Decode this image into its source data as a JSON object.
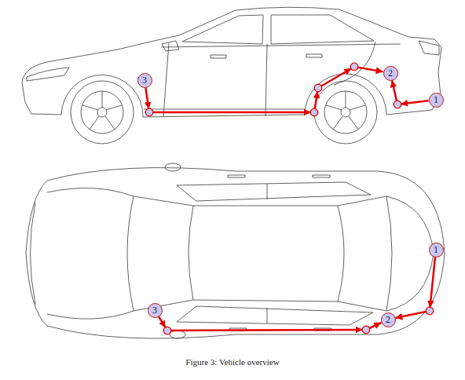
{
  "diagram": {
    "caption": "Figure 3: Vehicle overview",
    "nodes": [
      {
        "text": [
          "3"
        ]
      },
      {
        "text": [
          "2"
        ]
      },
      {
        "text": [
          "1"
        ]
      },
      {
        "text": [
          "1"
        ]
      },
      {
        "text": [
          "3"
        ]
      },
      {
        "text": [
          "2"
        ]
      }
    ],
    "edges": [
      {
        "from": 2,
        "to": 1,
        "arrow": "to"
      },
      {
        "from": 0,
        "to": 1,
        "arrow": "to"
      },
      {
        "from": 3,
        "to": 5,
        "arrow": "to"
      },
      {
        "from": 4,
        "to": 5,
        "arrow": "to"
      }
    ]
  }
}
